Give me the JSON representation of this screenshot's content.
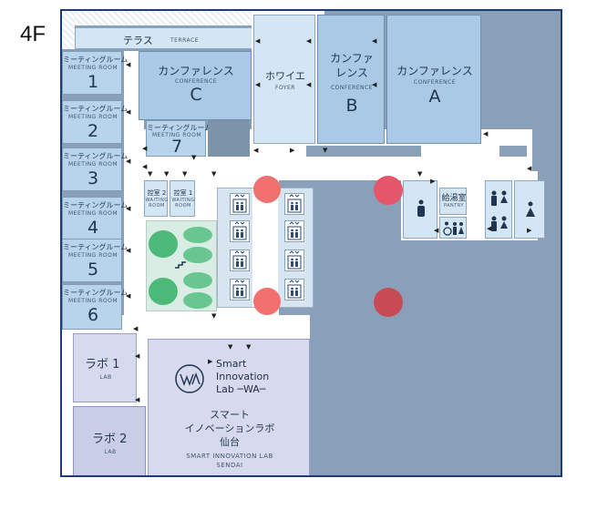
{
  "floor": "4F",
  "terrace": {
    "jp": "テラス",
    "en": "TERRACE"
  },
  "meeting_rooms": [
    {
      "jp": "ミーティングルーム",
      "en": "MEETING ROOM",
      "num": "1"
    },
    {
      "jp": "ミーティングルーム",
      "en": "MEETING ROOM",
      "num": "2"
    },
    {
      "jp": "ミーティングルーム",
      "en": "MEETING ROOM",
      "num": "3"
    },
    {
      "jp": "ミーティングルーム",
      "en": "MEETING ROOM",
      "num": "4"
    },
    {
      "jp": "ミーティングルーム",
      "en": "MEETING ROOM",
      "num": "5"
    },
    {
      "jp": "ミーティングルーム",
      "en": "MEETING ROOM",
      "num": "6"
    }
  ],
  "meeting_room_7": {
    "jp": "ミーティングルーム",
    "en": "MEETING ROOM",
    "num": "7"
  },
  "conference_c": {
    "jp": "カンファレンス",
    "en": "CONFERENCE",
    "letter": "C"
  },
  "foyer": {
    "jp": "ホワイエ",
    "en": "FOYER"
  },
  "conference_b": {
    "jp1": "カンファ",
    "jp2": "レンス",
    "en": "CONFERENCE",
    "letter": "B"
  },
  "conference_a": {
    "jp": "カンファレンス",
    "en": "CONFERENCE",
    "letter": "A"
  },
  "waiting_2": {
    "jp": "控室 2",
    "en1": "WAITING",
    "en2": "ROOM"
  },
  "waiting_1": {
    "jp": "控室 1",
    "en1": "WAITING",
    "en2": "ROOM"
  },
  "pantry": {
    "jp": "給湯室",
    "en": "PANTRY"
  },
  "lab_1": {
    "jp": "ラボ 1",
    "en": "LAB"
  },
  "lab_2": {
    "jp": "ラボ 2",
    "en": "LAB"
  },
  "smart_lab": {
    "logo_text": "WA",
    "name_l1": "Smart",
    "name_l2": "Innovation",
    "name_l3": "Lab ─WA─",
    "jp_l1": "スマート",
    "jp_l2": "イノベーションラボ",
    "jp_l3": "仙台",
    "en_l1": "SMART INNOVATION LAB",
    "en_l2": "SENDAI"
  },
  "icons": {
    "elevator": "elevator-icon",
    "restroom_male": "male-restroom-icon",
    "restroom_female": "female-restroom-icon",
    "restroom_accessible": "accessible-restroom-icon",
    "stairs": "stairs-icon",
    "arrow": "arrow-icon"
  },
  "colors": {
    "frame": "#1d3c73",
    "open_area": "#8aa0b8",
    "room": "#b8d4ea",
    "lab": "#c9cde6",
    "marker_light": "#f07070",
    "marker_dark": "#c84a55",
    "plant": "#4dba7a"
  }
}
